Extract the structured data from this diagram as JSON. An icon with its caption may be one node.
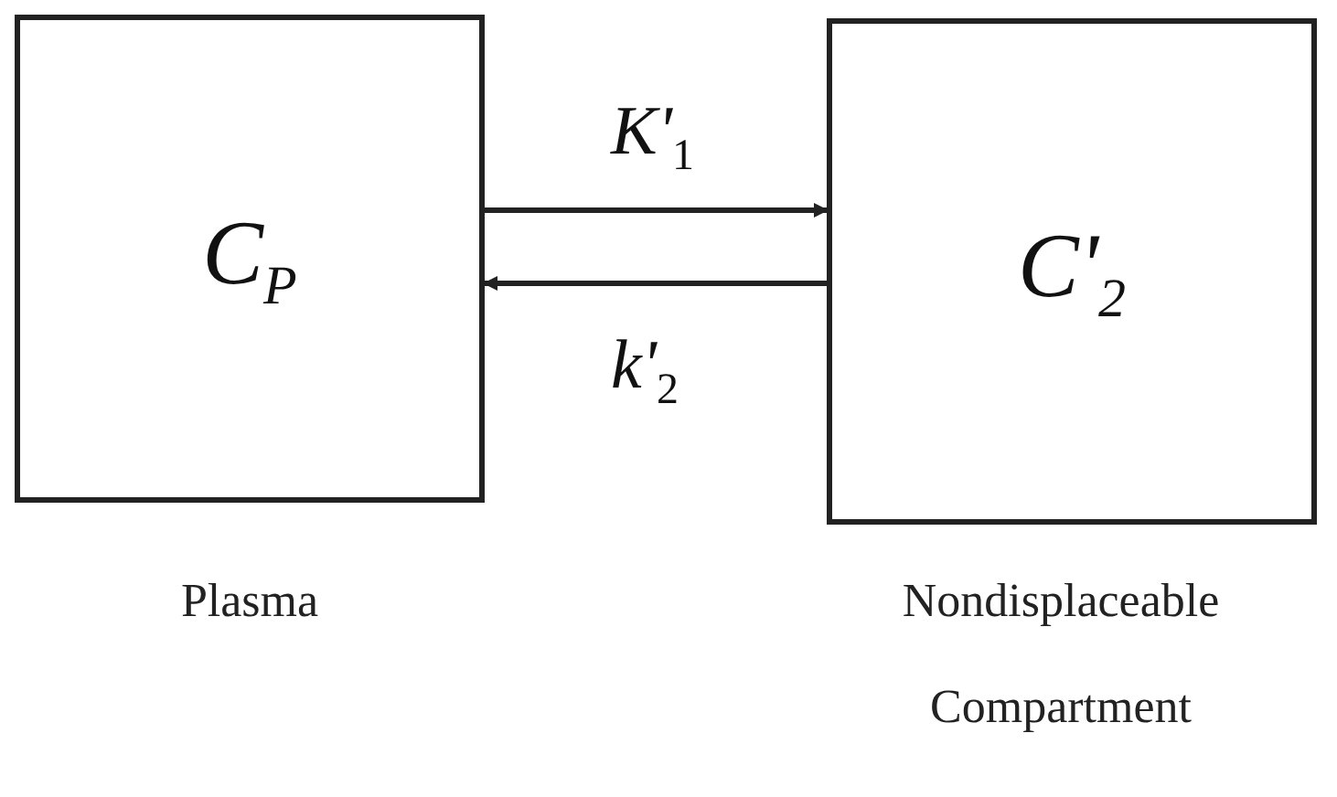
{
  "diagram": {
    "nodes": [
      {
        "text": [
          "C$_{P}$"
        ],
        "beside": [
          "Plasma"
        ]
      },
      {
        "text": [
          "C'$_{2}$"
        ],
        "beside": [
          "Nondisplaceable Compartment"
        ]
      }
    ],
    "edges": [
      {
        "from": 0,
        "to": 1,
        "arrow": "to",
        "label": "K'$_{1}$"
      },
      {
        "from": 1,
        "to": 0,
        "arrow": "to",
        "label": "k'$_{2}$"
      }
    ]
  }
}
